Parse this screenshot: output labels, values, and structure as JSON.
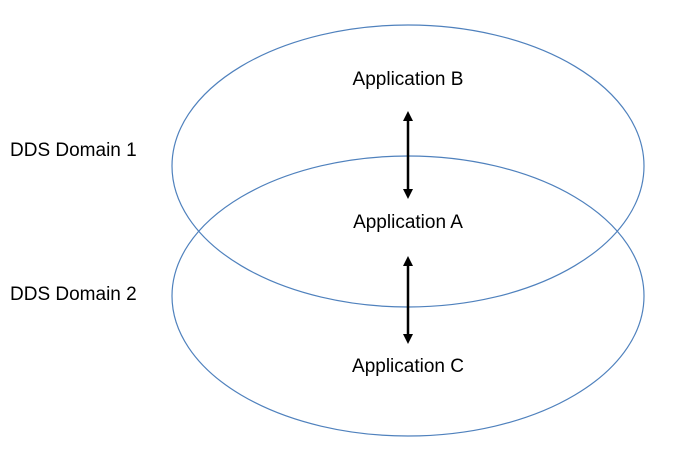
{
  "domains": [
    {
      "label": "DDS Domain 1"
    },
    {
      "label": "DDS Domain 2"
    }
  ],
  "applications": [
    {
      "label": "Application B"
    },
    {
      "label": "Application A"
    },
    {
      "label": "Application C"
    }
  ],
  "colors": {
    "ellipse_stroke": "#4f81bd",
    "arrow": "#000000",
    "text": "#000000",
    "background": "#ffffff"
  }
}
